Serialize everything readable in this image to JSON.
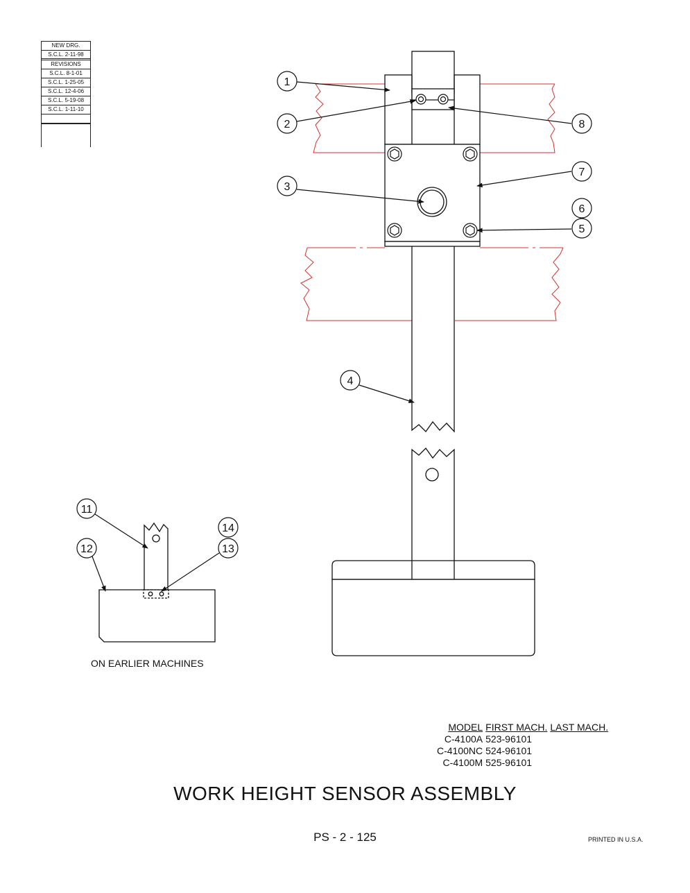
{
  "revision_block": {
    "header": [
      "NEW DRG.",
      "S.C.L. 2-11-98"
    ],
    "revisions_label": "REVISIONS",
    "entries": [
      "S.C.L. 8-1-01",
      "S.C.L. 1-25-05",
      "S.C.L. 12-4-06",
      "S.C.L. 5-19-08",
      "S.C.L. 1-11-10",
      ""
    ]
  },
  "callouts": [
    "1",
    "2",
    "3",
    "4",
    "5",
    "6",
    "7",
    "8",
    "11",
    "12",
    "13",
    "14"
  ],
  "caption_earlier": "ON EARLIER MACHINES",
  "model_table": {
    "headers": [
      "MODEL",
      "FIRST MACH.",
      "LAST MACH."
    ],
    "rows": [
      {
        "model": "C-4100A",
        "first": "523-96101",
        "last": ""
      },
      {
        "model": "C-4100NC",
        "first": "524-96101",
        "last": ""
      },
      {
        "model": "C-4100M",
        "first": "525-96101",
        "last": ""
      }
    ]
  },
  "title": "WORK HEIGHT SENSOR ASSEMBLY",
  "page_number": "PS - 2 - 125",
  "printed": "PRINTED IN U.S.A.",
  "colors": {
    "line": "#1a1a1a",
    "phantom": "#d9302c"
  }
}
